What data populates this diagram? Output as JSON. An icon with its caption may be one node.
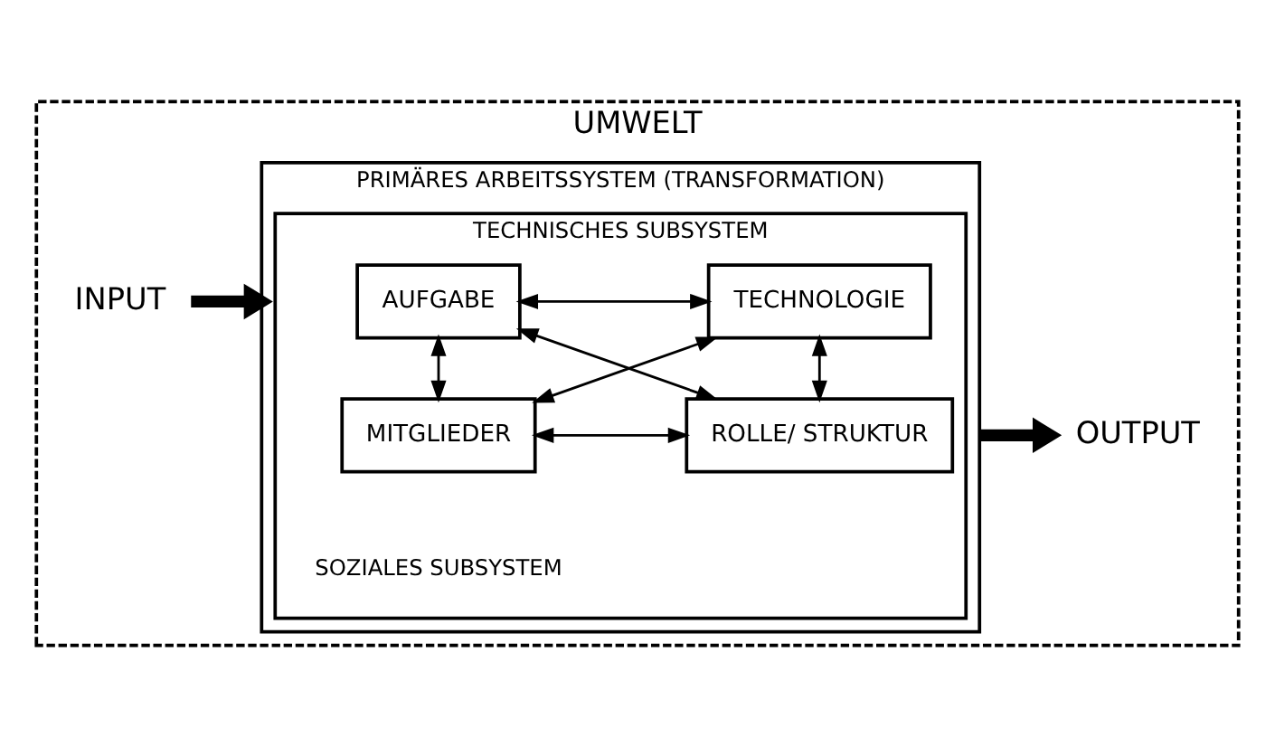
{
  "diagram": {
    "nodes": [
      {
        "text": [
          "UMWELT"
        ]
      },
      {
        "text": [
          "PRIMÄRES ARBEITSSYSTEM (TRANSFORMATION)"
        ],
        "in": 0
      },
      {
        "text": [
          "TECHNISCHES SUBSYSTEM",
          "SOZIALES SUBSYSTEM"
        ],
        "in": 1
      },
      {
        "text": [
          "AUFGABE"
        ],
        "in": 2
      },
      {
        "text": [
          "TECHNOLOGIE"
        ],
        "in": 2
      },
      {
        "text": [
          "MITGLIEDER"
        ],
        "in": 2
      },
      {
        "text": [
          "ROLLE/ STRUKTUR"
        ],
        "in": 2
      },
      {
        "text": [
          "INPUT"
        ],
        "in": 0
      },
      {
        "text": [
          "OUTPUT"
        ],
        "in": 0
      }
    ],
    "edges": [
      {
        "from": 3,
        "to": 4,
        "arrow": "both"
      },
      {
        "from": 3,
        "to": 5,
        "arrow": "both"
      },
      {
        "from": 3,
        "to": 6,
        "arrow": "both"
      },
      {
        "from": 4,
        "to": 5,
        "arrow": "both"
      },
      {
        "from": 4,
        "to": 6,
        "arrow": "both"
      },
      {
        "from": 5,
        "to": 6,
        "arrow": "both"
      },
      {
        "from": 7,
        "to": 1,
        "arrow": "to",
        "style": "thick"
      },
      {
        "from": 1,
        "to": 8,
        "arrow": "to",
        "style": "thick"
      }
    ]
  }
}
